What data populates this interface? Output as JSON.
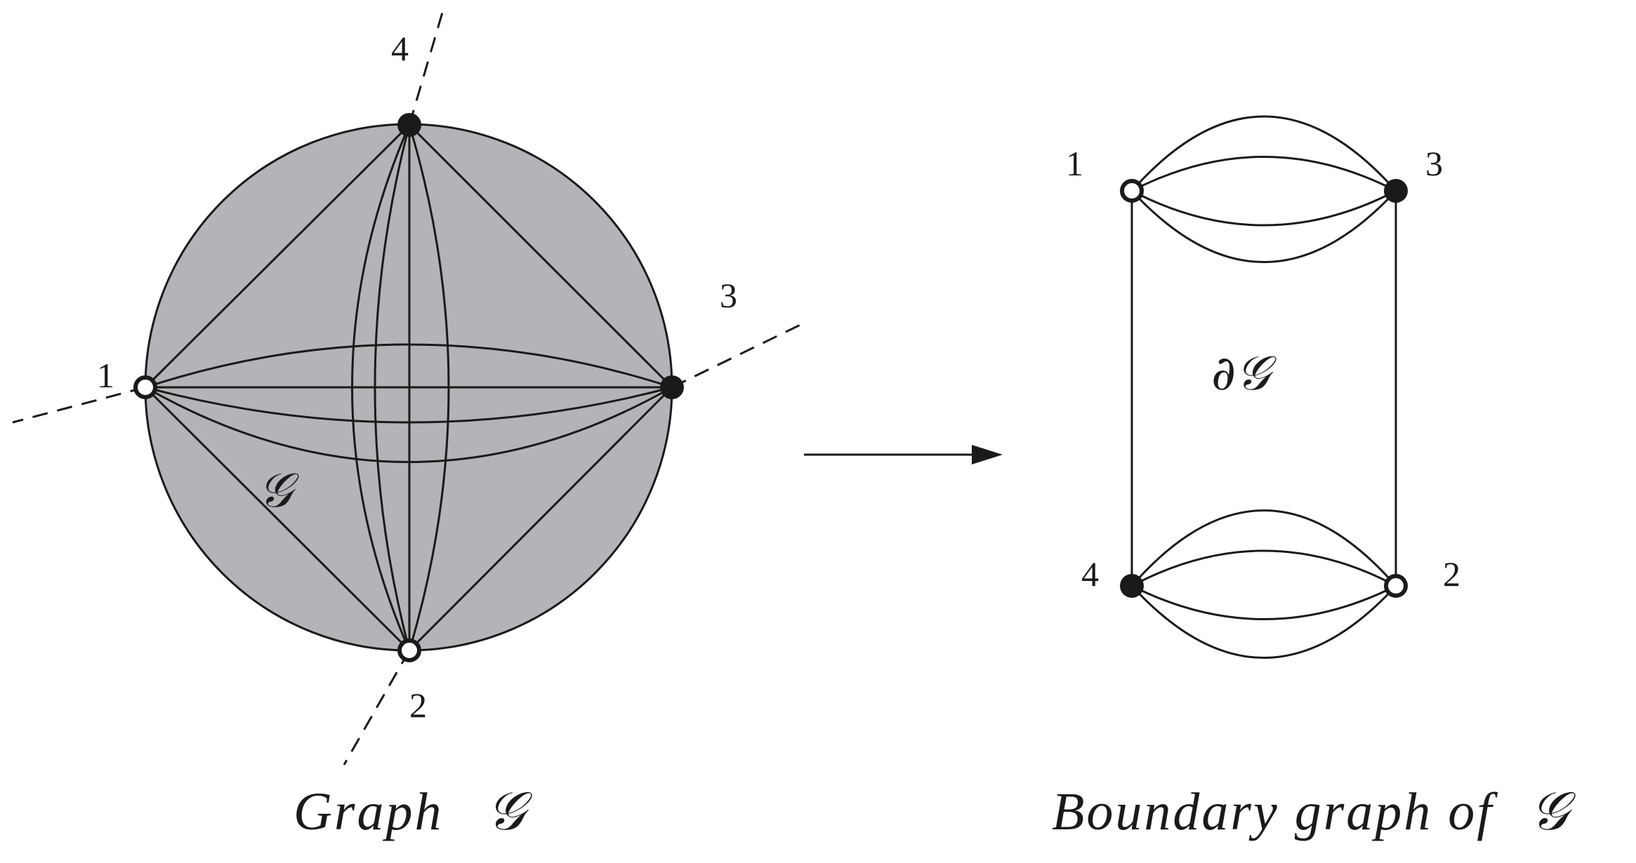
{
  "graph": {
    "symbol": "𝒢",
    "caption_prefix": "Graph",
    "caption_symbol": "𝒢",
    "vertices": [
      {
        "label": "1",
        "color": "white"
      },
      {
        "label": "2",
        "color": "white"
      },
      {
        "label": "3",
        "color": "black"
      },
      {
        "label": "4",
        "color": "black"
      }
    ]
  },
  "boundary": {
    "symbol": "∂𝒢",
    "caption_prefix": "Boundary graph of",
    "caption_symbol": "𝒢",
    "vertices": [
      {
        "label": "1",
        "color": "white"
      },
      {
        "label": "3",
        "color": "black"
      },
      {
        "label": "4",
        "color": "black"
      },
      {
        "label": "2",
        "color": "white"
      }
    ]
  },
  "colors": {
    "ball_fill": "#b3b4b8",
    "stroke": "#1a1a1a",
    "black_vertex": "#1a1a1a",
    "white_vertex": "#ffffff"
  }
}
